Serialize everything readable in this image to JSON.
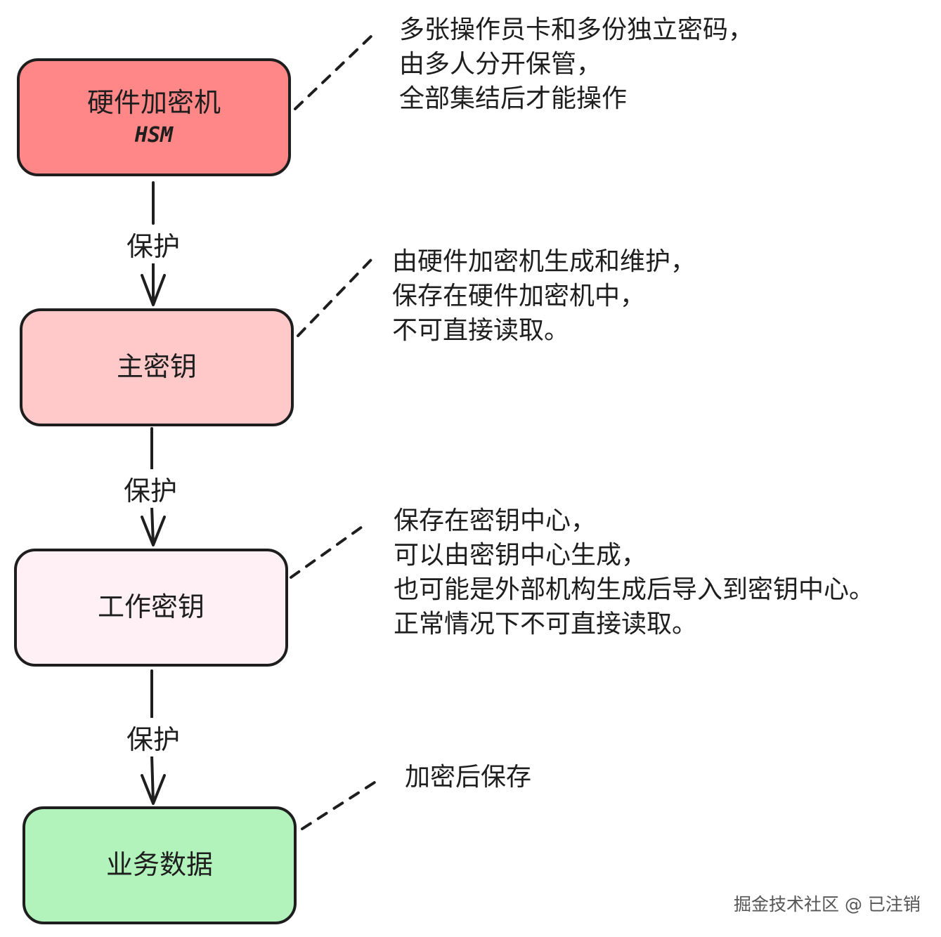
{
  "colors": {
    "hsm_fill": "#ff8787",
    "master_fill": "#ffc9c9",
    "work_fill": "#fff0f6",
    "data_fill": "#b2f2bb",
    "stroke": "#1e1e1e"
  },
  "nodes": {
    "hsm": {
      "label": "硬件加密机",
      "sublabel": "HSM"
    },
    "master_key": {
      "label": "主密钥"
    },
    "working_key": {
      "label": "工作密钥"
    },
    "business_data": {
      "label": "业务数据"
    }
  },
  "edges": [
    {
      "label": "保护"
    },
    {
      "label": "保护"
    },
    {
      "label": "保护"
    }
  ],
  "notes": {
    "hsm": "多张操作员卡和多份独立密码，\n由多人分开保管，\n全部集结后才能操作",
    "master_key": "由硬件加密机生成和维护，\n保存在硬件加密机中，\n不可直接读取。",
    "working_key": "保存在密钥中心，\n可以由密钥中心生成，\n也可能是外部机构生成后导入到密钥中心。\n正常情况下不可直接读取。",
    "business_data": "加密后保存"
  },
  "watermark": "掘金技术社区 @ 已注销"
}
